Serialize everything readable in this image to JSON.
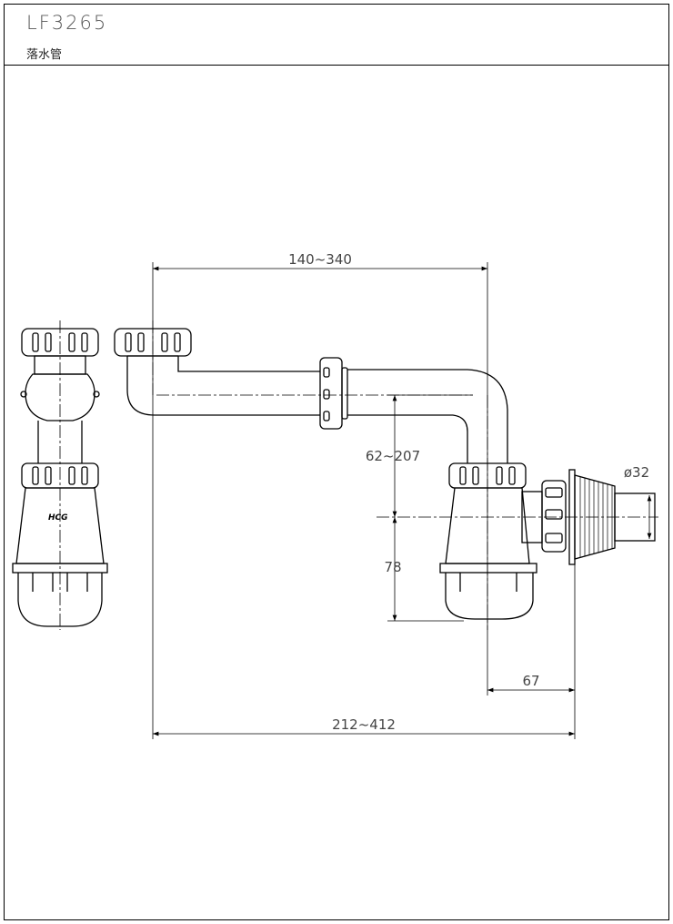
{
  "header": {
    "model": "LF3265",
    "name": "落水管"
  },
  "brand": "HCG",
  "dimensions": {
    "overall_width": "212~412",
    "pipe_length": "140~340",
    "height_adjust": "62~207",
    "trap_height": "78",
    "outlet_offset": "67",
    "outlet_diameter": "ø32"
  }
}
